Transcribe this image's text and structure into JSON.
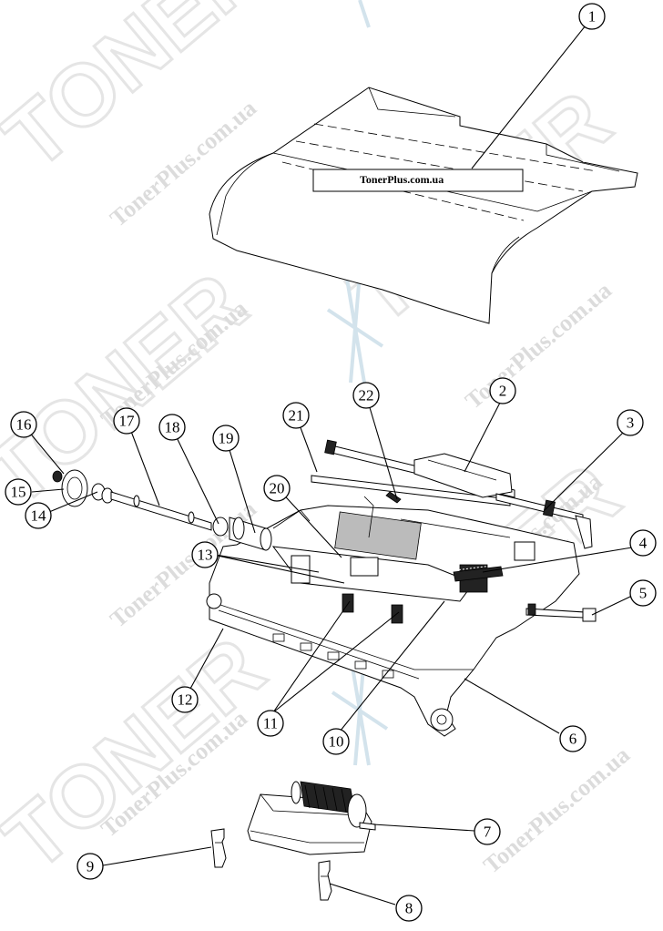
{
  "diagram": {
    "label_text": "TonerPlus.com.ua",
    "watermarks": {
      "brand": "TONER",
      "site": "TonerPlus.com.ua"
    },
    "callouts": [
      "1",
      "2",
      "3",
      "4",
      "5",
      "6",
      "7",
      "8",
      "9",
      "10",
      "11",
      "12",
      "13",
      "14",
      "15",
      "16",
      "17",
      "18",
      "19",
      "20",
      "21",
      "22"
    ]
  }
}
